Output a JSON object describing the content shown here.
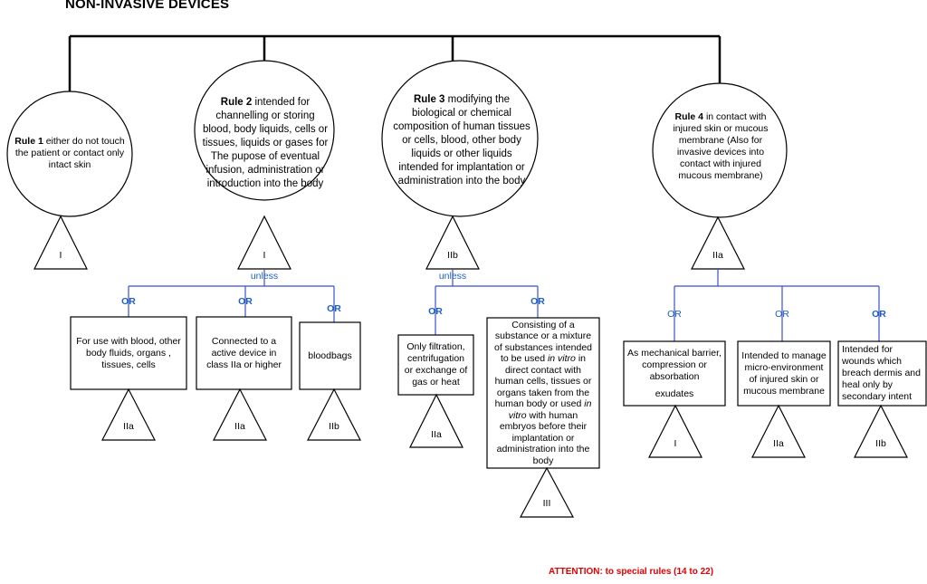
{
  "title": "NON-INVASIVE DEVICES",
  "rules": [
    {
      "bold": "Rule 1",
      "text": " either do not touch the patient or contact only intact skin",
      "class": "I"
    },
    {
      "bold": "Rule 2",
      "text": " intended for channelling or storing blood, body liquids, cells or tissues, liquids or gases for The pupose of eventual infusion, administration or introduction into the body",
      "class": "I"
    },
    {
      "bold": "Rule 3",
      "text": " modifying the biological or chemical composition of human tissues or cells, blood, other body liquids or other liquids intended for implantation or administration into the body",
      "class": "IIb"
    },
    {
      "bold": "Rule 4",
      "text": " in contact with injured skin or mucous membrane (Also  for invasive devices into contact with injured mucous membrane)",
      "class": "IIa"
    }
  ],
  "unless_label": "unless",
  "or_label": "OR",
  "rule2_branches": [
    {
      "text": "For use with blood, other body fluids, organs , tissues, cells",
      "class": "IIa"
    },
    {
      "text": "Connected to a active device in class IIa or higher",
      "class": "IIa"
    },
    {
      "text": "bloodbags",
      "class": "IIb"
    }
  ],
  "rule3_branches": [
    {
      "text": "Only filtration, centrifugation or exchange of gas or heat",
      "class": "IIa"
    },
    {
      "parts": [
        "Consisting of a substance or a mixture of substances intended to be used ",
        "in vitro",
        " in direct contact with human cells, tissues or organs taken from the human body or used ",
        "in vitro",
        " with human embryos before their implantation or administration into the body"
      ],
      "class": "III"
    }
  ],
  "rule4_branches": [
    {
      "text": "As mechanical barrier, compression or absorbation",
      "text2": "exudates",
      "class": "I"
    },
    {
      "text": "Intended to manage micro-environment of injured skin or mucous membrane",
      "class": "IIa"
    },
    {
      "text": "Intended for wounds which breach dermis and heal only by secondary intent",
      "class": "IIb"
    }
  ],
  "attention": "ATTENTION: to special rules (14 to 22)",
  "colors": {
    "connector_blue": "#3a4fd0",
    "or_blue": "#1f5fbf",
    "attention_red": "#e00000"
  }
}
